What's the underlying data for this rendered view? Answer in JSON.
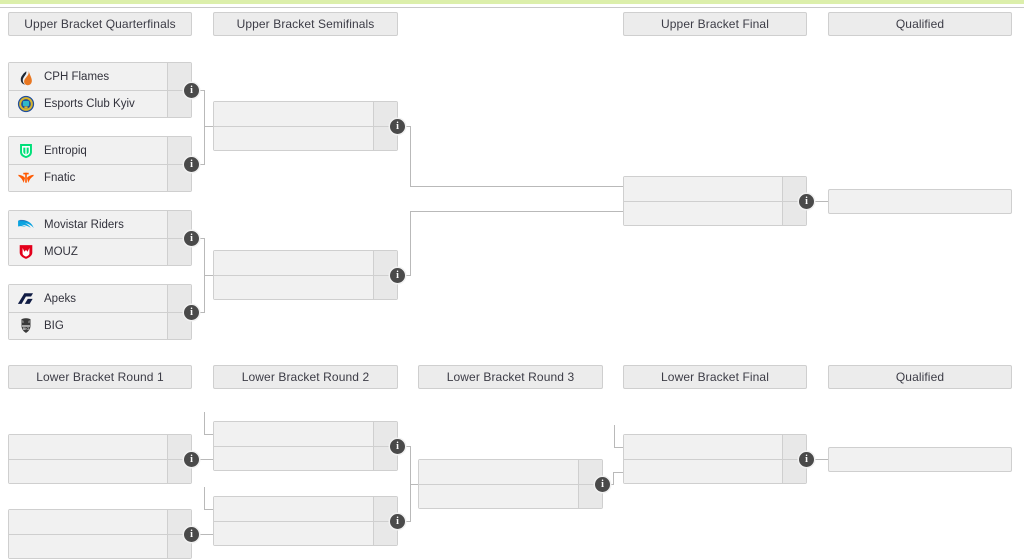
{
  "page": {
    "title": "Tournament Bracket",
    "accent_top_color": "#dcefab",
    "box_fill": "#f1f1f1",
    "box_border": "#cfcfcf",
    "line_color": "#b9b9b9",
    "info_badge_color": "#4a4a4a",
    "info_badge_glyph": "i"
  },
  "upper_bracket": {
    "headers": [
      {
        "label": "Upper Bracket Quarterfinals"
      },
      {
        "label": "Upper Bracket Semifinals"
      },
      {
        "label": "Upper Bracket Final"
      },
      {
        "label": "Qualified"
      }
    ],
    "quarterfinals": [
      {
        "id": "ubqf1",
        "teams": [
          {
            "name": "CPH Flames",
            "score": "",
            "logo": "cph-flames-flame-icon",
            "logo_color": "#e87722"
          },
          {
            "name": "Esports Club Kyiv",
            "score": "",
            "logo": "esports-club-kyiv-crest-icon",
            "logo_color": "#1f4e9c"
          }
        ]
      },
      {
        "id": "ubqf2",
        "teams": [
          {
            "name": "Entropiq",
            "score": "",
            "logo": "entropiq-shield-icon",
            "logo_color": "#00e07a"
          },
          {
            "name": "Fnatic",
            "score": "",
            "logo": "fnatic-orange-icon",
            "logo_color": "#ff5900"
          }
        ]
      },
      {
        "id": "ubqf3",
        "teams": [
          {
            "name": "Movistar Riders",
            "score": "",
            "logo": "movistar-riders-wave-icon",
            "logo_color": "#0aa3e0"
          },
          {
            "name": "MOUZ",
            "score": "",
            "logo": "mouz-heart-icon",
            "logo_color": "#e3001b"
          }
        ]
      },
      {
        "id": "ubqf4",
        "teams": [
          {
            "name": "Apeks",
            "score": "",
            "logo": "apeks-arrow-icon",
            "logo_color": "#101c44"
          },
          {
            "name": "BIG",
            "score": "",
            "logo": "big-shield-icon",
            "logo_color": "#3a3a3a"
          }
        ]
      }
    ],
    "semifinals": [
      {
        "id": "ubsf1",
        "teams": [
          {
            "name": "",
            "score": ""
          },
          {
            "name": "",
            "score": ""
          }
        ]
      },
      {
        "id": "ubsf2",
        "teams": [
          {
            "name": "",
            "score": ""
          },
          {
            "name": "",
            "score": ""
          }
        ]
      }
    ],
    "final": [
      {
        "id": "ubf",
        "teams": [
          {
            "name": "",
            "score": ""
          },
          {
            "name": "",
            "score": ""
          }
        ]
      }
    ],
    "qualified": [
      {
        "id": "ubq",
        "name": ""
      }
    ]
  },
  "lower_bracket": {
    "headers": [
      {
        "label": "Lower Bracket Round 1"
      },
      {
        "label": "Lower Bracket Round 2"
      },
      {
        "label": "Lower Bracket Round 3"
      },
      {
        "label": "Lower Bracket Final"
      },
      {
        "label": "Qualified"
      }
    ],
    "round1": [
      {
        "id": "lbr1m1",
        "teams": [
          {
            "name": "",
            "score": ""
          },
          {
            "name": "",
            "score": ""
          }
        ]
      },
      {
        "id": "lbr1m2",
        "teams": [
          {
            "name": "",
            "score": ""
          },
          {
            "name": "",
            "score": ""
          }
        ]
      }
    ],
    "round2": [
      {
        "id": "lbr2m1",
        "teams": [
          {
            "name": "",
            "score": ""
          },
          {
            "name": "",
            "score": ""
          }
        ]
      },
      {
        "id": "lbr2m2",
        "teams": [
          {
            "name": "",
            "score": ""
          },
          {
            "name": "",
            "score": ""
          }
        ]
      }
    ],
    "round3": [
      {
        "id": "lbr3m1",
        "teams": [
          {
            "name": "",
            "score": ""
          },
          {
            "name": "",
            "score": ""
          }
        ]
      }
    ],
    "final": [
      {
        "id": "lbf",
        "teams": [
          {
            "name": "",
            "score": ""
          },
          {
            "name": "",
            "score": ""
          }
        ]
      }
    ],
    "qualified": [
      {
        "id": "lbq",
        "name": ""
      }
    ]
  }
}
